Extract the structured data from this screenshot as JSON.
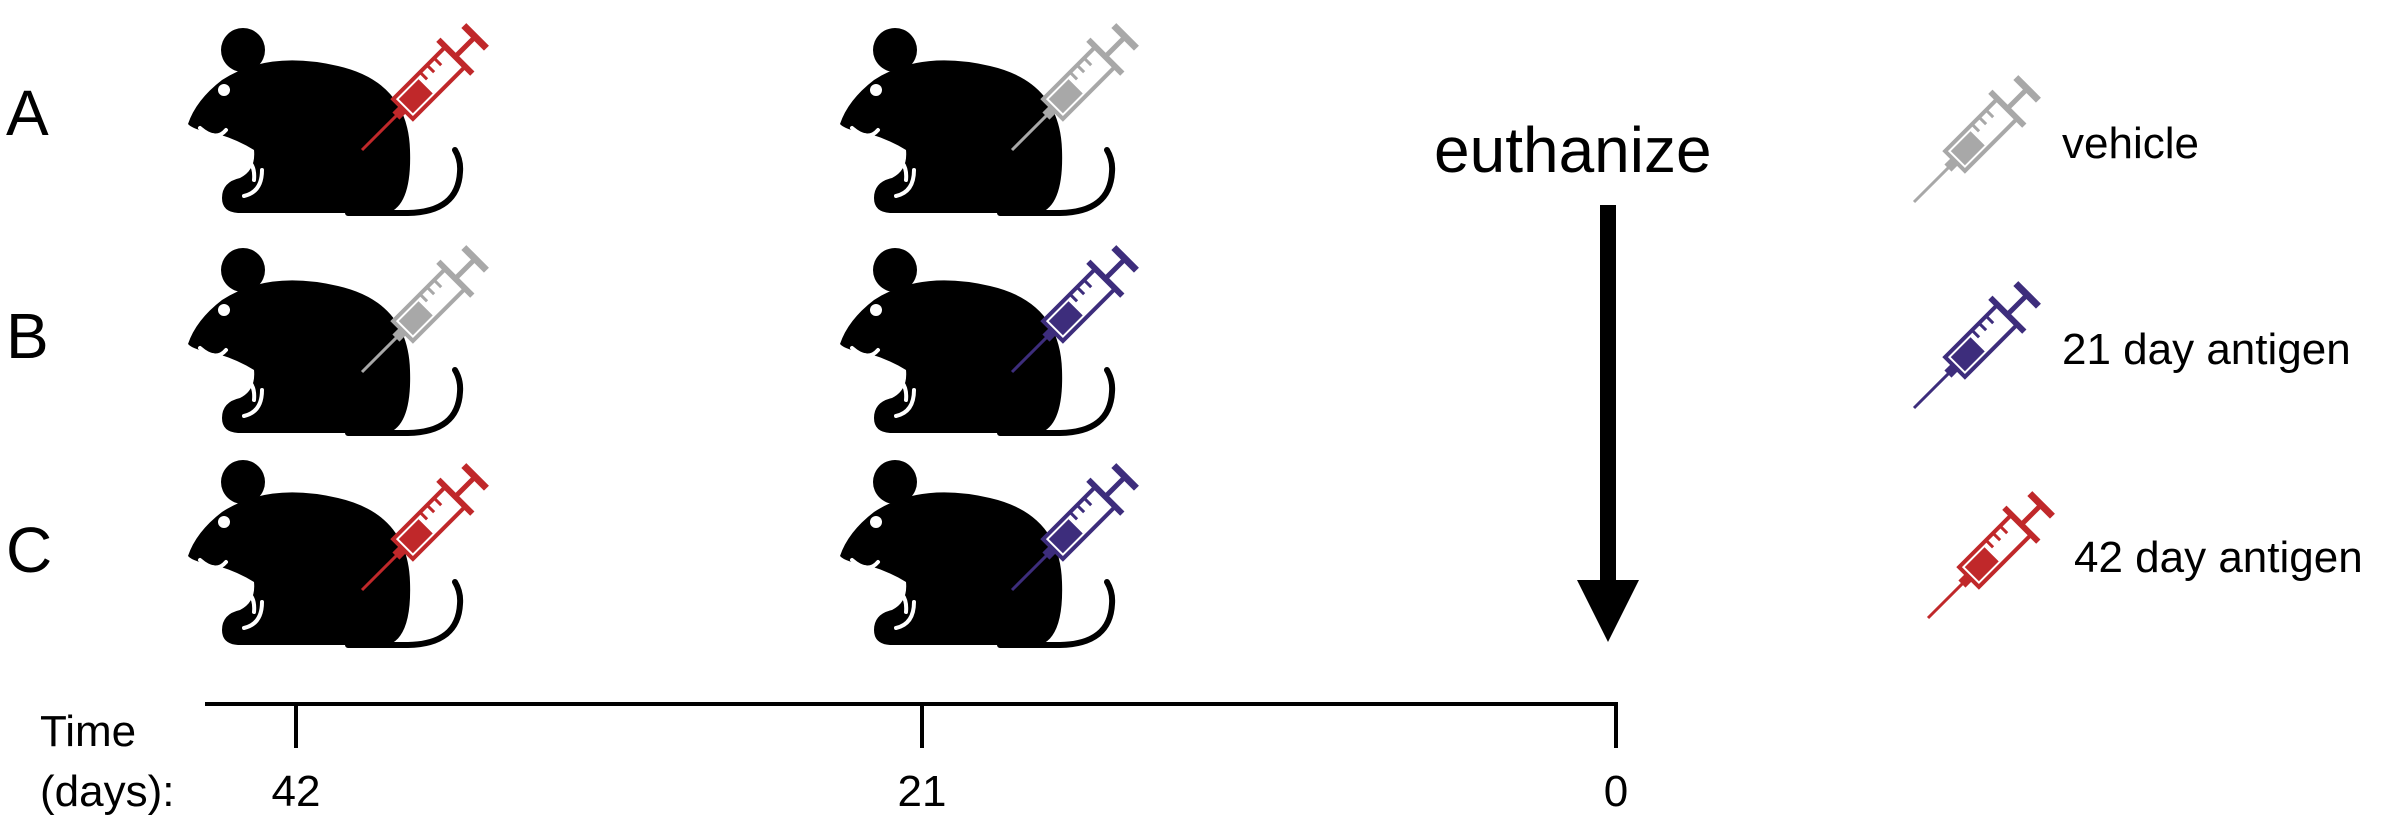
{
  "groups": [
    {
      "label": "A",
      "injections": [
        "42 day antigen",
        "vehicle"
      ]
    },
    {
      "label": "B",
      "injections": [
        "vehicle",
        "21 day antigen"
      ]
    },
    {
      "label": "C",
      "injections": [
        "42 day antigen",
        "21 day antigen"
      ]
    }
  ],
  "euthanize_label": "euthanize",
  "timeline": {
    "label_line1": "Time",
    "label_line2": "(days):",
    "ticks": [
      "42",
      "21",
      "0"
    ]
  },
  "legend": [
    {
      "label": "vehicle",
      "color": "#a8a8a8"
    },
    {
      "label": "21 day antigen",
      "color": "#3d2d7c"
    },
    {
      "label": "42 day antigen",
      "color": "#c0282a"
    }
  ],
  "colors": {
    "vehicle": "#a8a8a8",
    "antigen21": "#3d2d7c",
    "antigen42": "#c0282a",
    "mouse": "#000000"
  },
  "icons": [
    "mouse-icon",
    "syringe-icon",
    "down-arrow-icon"
  ]
}
